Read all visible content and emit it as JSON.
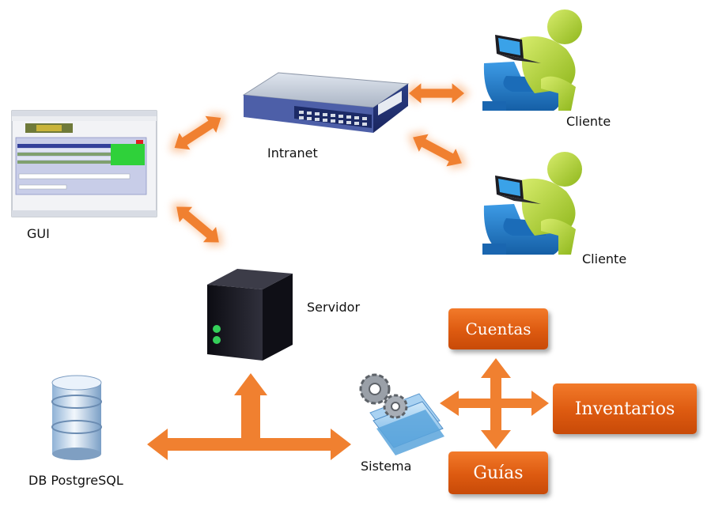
{
  "nodes": {
    "gui": "GUI",
    "intranet": "Intranet",
    "cliente_1": "Cliente",
    "cliente_2": "Cliente",
    "servidor": "Servidor",
    "db": "DB PostgreSQL",
    "sistema": "Sistema"
  },
  "modules": {
    "cuentas": "Cuentas",
    "inventarios": "Inventarios",
    "guias": "Guías"
  },
  "colors": {
    "arrow": "#f08030",
    "module_box": "#e0601a",
    "person": "#b5d334",
    "chair": "#1f7fd0",
    "server": "#1a1a22"
  }
}
